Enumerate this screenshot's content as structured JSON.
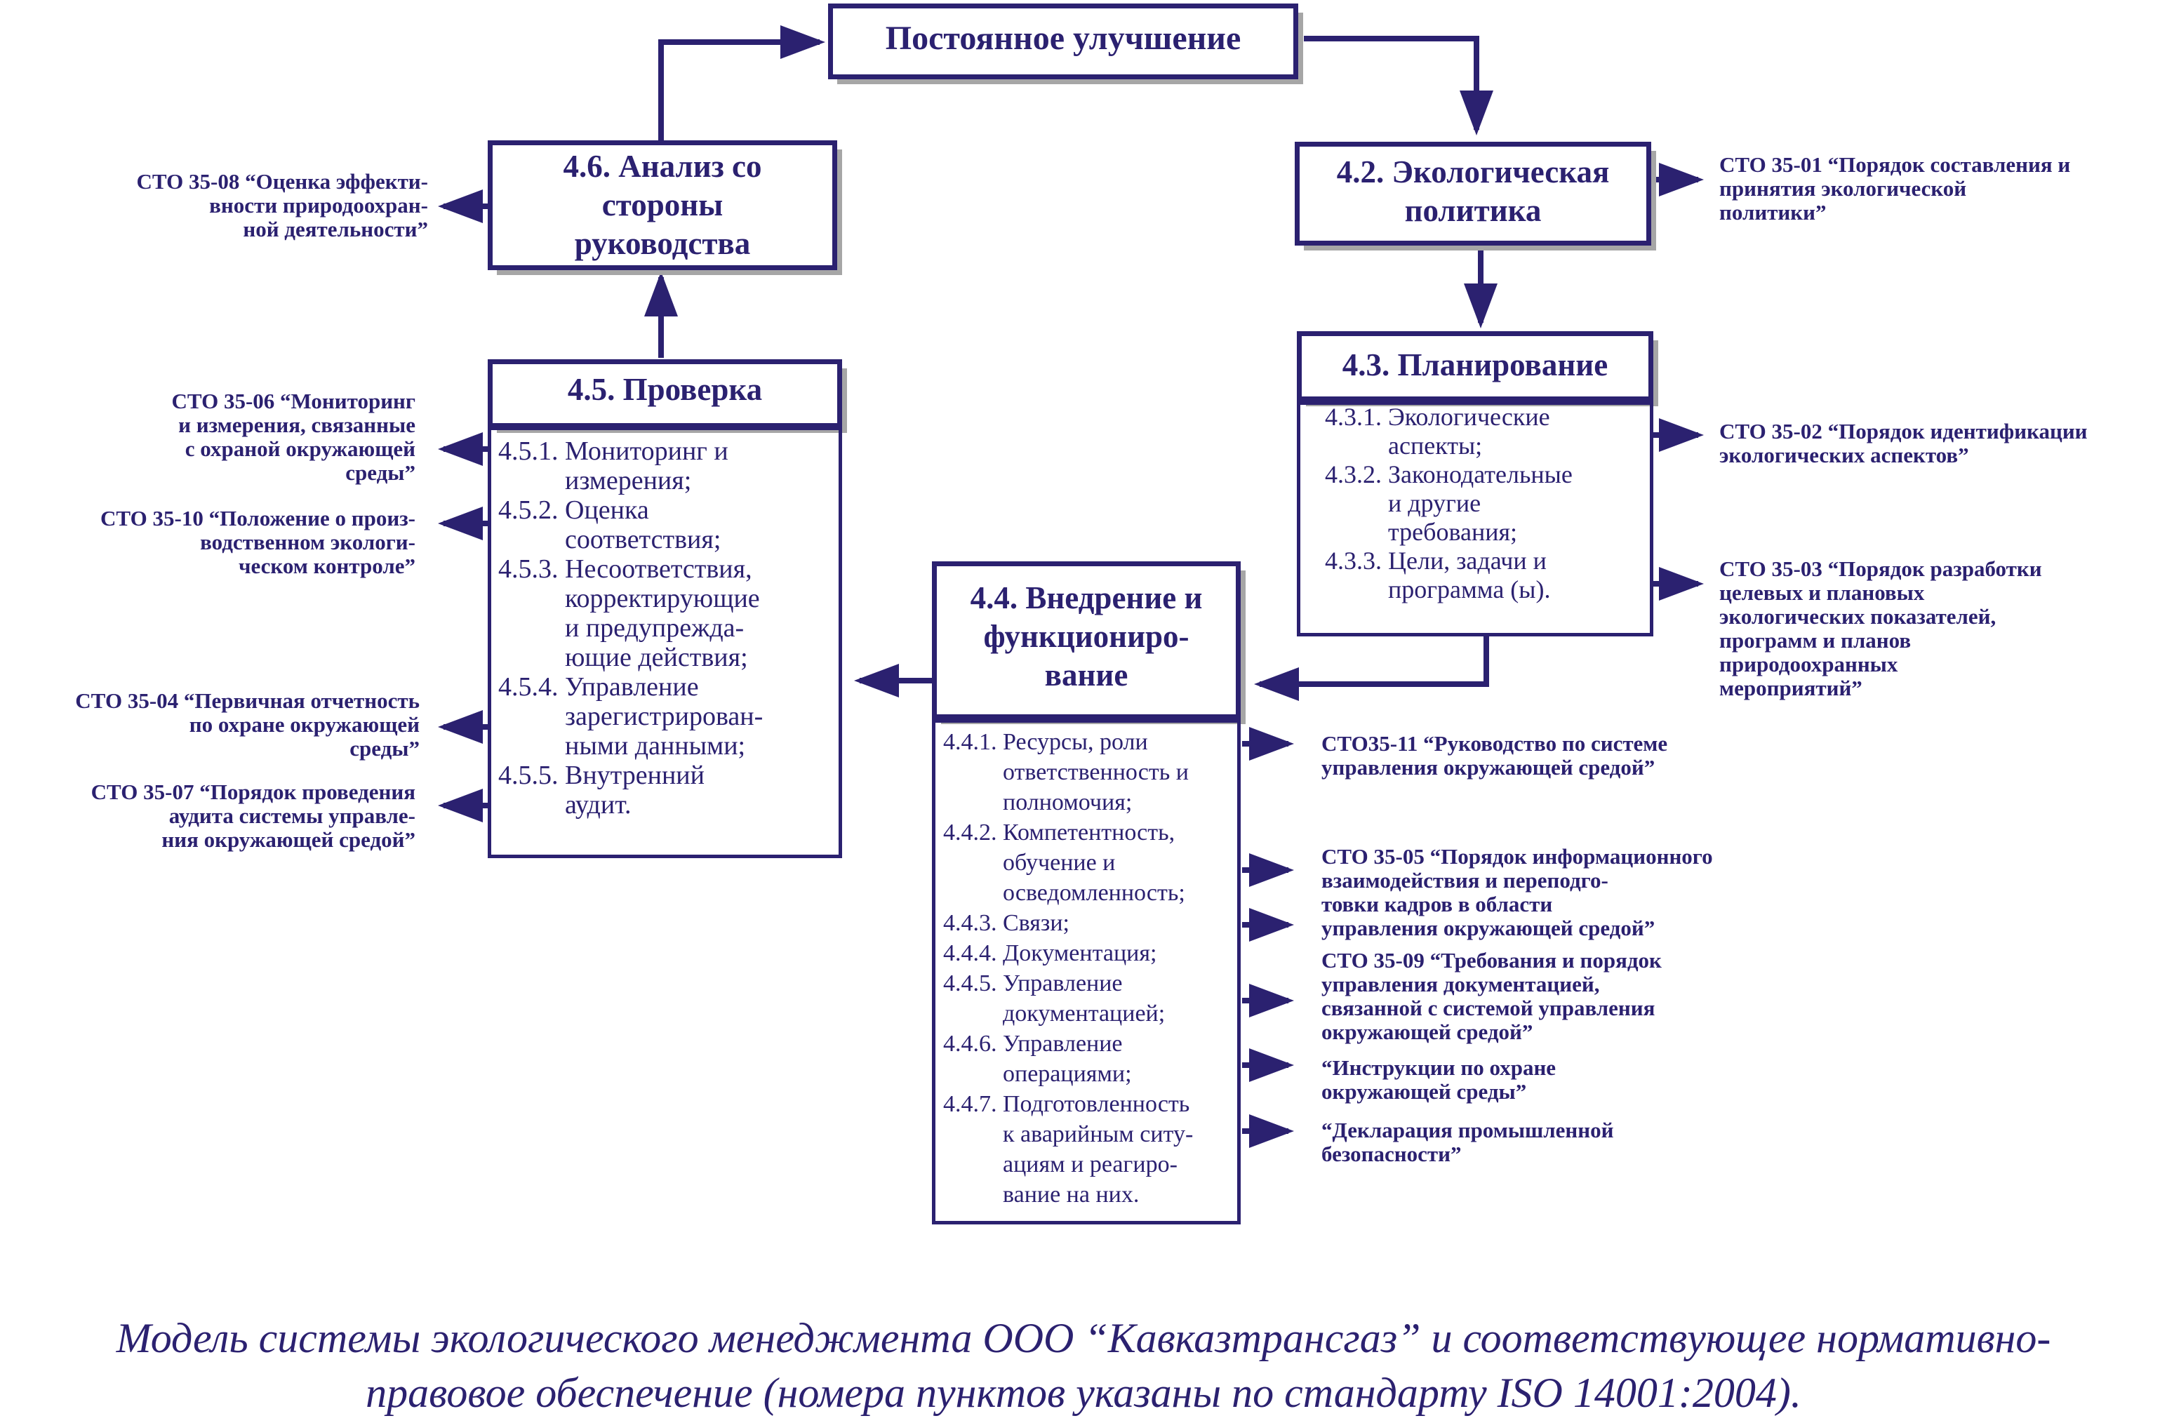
{
  "colors": {
    "primary": "#2b2170",
    "shadow": "#a6a6a6"
  },
  "continuous_improvement": {
    "title": "Постоянное улучшение"
  },
  "management_review": {
    "title": "4.6. Анализ со\nстороны\nруководства"
  },
  "env_policy": {
    "title": "4.2. Экологическая\nполитика"
  },
  "planning": {
    "title": "4.3. Планирование",
    "items": [
      {
        "num": "4.3.1. ",
        "text": "Экологические\nаспекты;"
      },
      {
        "num": "4.3.2. ",
        "text": "Законодательные\nи другие\nтребования;"
      },
      {
        "num": "4.3.3. ",
        "text": "Цели, задачи и\nпрограмма (ы)."
      }
    ]
  },
  "checking": {
    "title": "4.5. Проверка",
    "items": [
      {
        "num": "4.5.1. ",
        "text": "Мониторинг и\nизмерения;"
      },
      {
        "num": "4.5.2. ",
        "text": "Оценка\nсоответствия;"
      },
      {
        "num": "4.5.3. ",
        "text": "Несоответствия,\nкорректирующие\nи предупрежда-\nющие действия;"
      },
      {
        "num": "4.5.4. ",
        "text": "Управление\nзарегистрирован-\nными данными;"
      },
      {
        "num": "4.5.5. ",
        "text": "Внутренний\nаудит."
      }
    ]
  },
  "implementation": {
    "title": "4.4. Внедрение и\nфункциониро-\nвание",
    "items": [
      {
        "num": "4.4.1. ",
        "text": "Ресурсы, роли\nответственность и\nполномочия;"
      },
      {
        "num": "4.4.2. ",
        "text": "Компетентность,\nобучение и\nосведомленность;"
      },
      {
        "num": "4.4.3. ",
        "text": "Связи;"
      },
      {
        "num": "4.4.4. ",
        "text": "Документация;"
      },
      {
        "num": "4.4.5. ",
        "text": "Управление\nдокументацией;"
      },
      {
        "num": "4.4.6. ",
        "text": "Управление\nоперациями;"
      },
      {
        "num": "4.4.7. ",
        "text": "Подготовленность\nк аварийным ситу-\nациям и реагиро-\nвание на них."
      }
    ]
  },
  "standards": {
    "sto_35_08": "СТО 35-08 “Оценка эффекти-\nвности природоохран-\nной деятельности”",
    "sto_35_06": "СТО 35-06 “Мониторинг\nи измерения, связанные\nс охраной окружающей\nсреды”",
    "sto_35_10": "СТО 35-10 “Положение о произ-\nводственном экологи-\nческом контроле”",
    "sto_35_04": "СТО 35-04 “Первичная отчетность\nпо охране окружающей\nсреды”",
    "sto_35_07": "СТО 35-07 “Порядок проведения\nаудита системы управле-\nния окружающей средой”",
    "sto_35_01": "СТО 35-01 “Порядок составления и\nпринятия экологической\nполитики”",
    "sto_35_02": "СТО 35-02 “Порядок идентификации\nэкологических аспектов”",
    "sto_35_03": "СТО 35-03 “Порядок разработки\nцелевых и плановых\nэкологических показателей,\nпрограмм и планов\nприродоохранных\nмероприятий”",
    "sto_35_11": "СТО35-11 “Руководство по системе\nуправления окружающей  средой”",
    "sto_35_05": "СТО 35-05 “Порядок информационного\nвзаимодействия и переподго-\nтовки кадров в области\nуправления окружающей средой”",
    "sto_35_09": "СТО 35-09 “Требования и порядок\nуправления документацией,\nсвязанной с системой управления\nокружающей средой”",
    "instructions": "“Инструкции по охране\nокружающей среды”",
    "declaration": "“Декларация промышленной\nбезопасности”"
  },
  "caption": "Модель системы экологического менеджмента ООО “Кавказтрансгаз” и соответствующее нормативно-\nправовое обеспечение (номера пунктов указаны по стандарту ISO 14001:2004)."
}
